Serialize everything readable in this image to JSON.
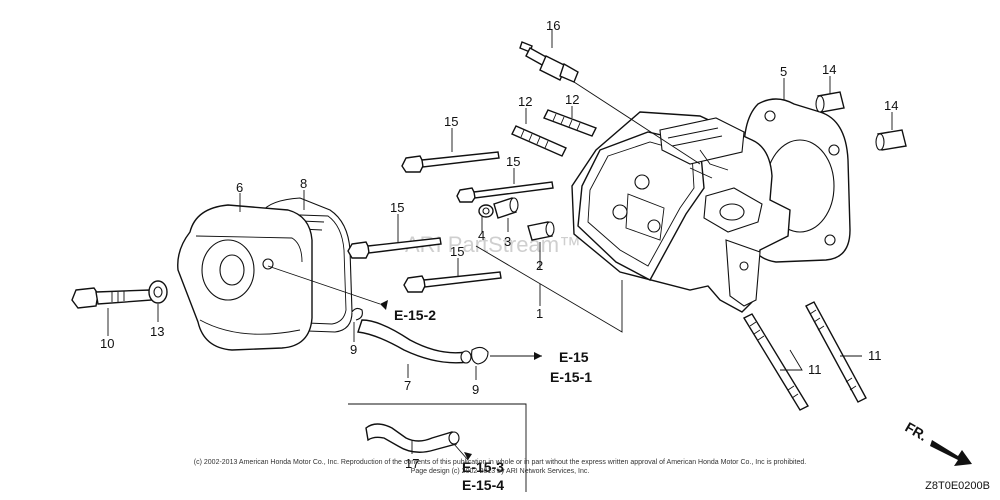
{
  "watermark": "ARI PartStream™",
  "part_labels": {
    "p1": "1",
    "p2": "2",
    "p3": "3",
    "p4": "4",
    "p5": "5",
    "p6": "6",
    "p7": "7",
    "p8": "8",
    "p9a": "9",
    "p9b": "9",
    "p10": "10",
    "p11a": "11",
    "p11b": "11",
    "p12a": "12",
    "p12b": "12",
    "p13": "13",
    "p14a": "14",
    "p14b": "14",
    "p15a": "15",
    "p15b": "15",
    "p15c": "15",
    "p15d": "15",
    "p16": "16",
    "p17": "17"
  },
  "references": {
    "e15_2": "E-15-2",
    "e15": "E-15",
    "e15_1": "E-15-1",
    "e15_3": "E-15-3",
    "e15_4": "E-15-4"
  },
  "direction_indicator": "FR.",
  "copyright": {
    "line1": "(c) 2002-2013 American Honda Motor Co., Inc. Reproduction of the contents of this publication in whole or in part without the express written approval of American Honda Motor Co., Inc is prohibited.",
    "line2": "Page design (c) 2002-2013 by ARI Network Services, Inc."
  },
  "diagram_code": "Z8T0E0200B"
}
